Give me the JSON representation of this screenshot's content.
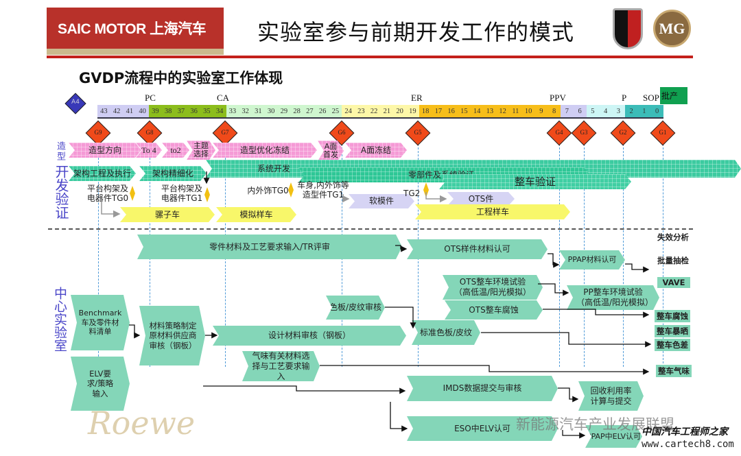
{
  "header": {
    "logo_text": "SAIC MOTOR 上海汽车",
    "title": "实验室参与前期开发工作的模式",
    "brand_logos": [
      "Roewe",
      "MG"
    ]
  },
  "subtitle": "GVDP流程中的实验室工作体现",
  "timeline": {
    "start_marker": "A4",
    "segments": [
      {
        "numbers": [
          "43",
          "42",
          "41",
          "40"
        ],
        "color": "#cfcdf3"
      },
      {
        "numbers": [
          "39",
          "38",
          "37",
          "36",
          "35",
          "34"
        ],
        "color": "#8cbd1c"
      },
      {
        "numbers": [
          "33",
          "32",
          "31",
          "30",
          "29",
          "28",
          "27",
          "26",
          "25"
        ],
        "color": "#cff6cf"
      },
      {
        "numbers": [
          "24",
          "23",
          "22",
          "21",
          "20",
          "19"
        ],
        "color": "#fdf7a8"
      },
      {
        "numbers": [
          "18",
          "17",
          "16",
          "15",
          "14",
          "13",
          "12",
          "11",
          "10",
          "9",
          "8"
        ],
        "color": "#f7be1a"
      },
      {
        "numbers": [
          "7",
          "6"
        ],
        "color": "#cfcdf3"
      },
      {
        "numbers": [
          "5",
          "4",
          "3"
        ],
        "color": "#cdf5f5"
      },
      {
        "numbers": [
          "2",
          "1",
          "0"
        ],
        "color": "#3cbcb8"
      }
    ],
    "milestones": [
      "PC",
      "CA",
      "ER",
      "PPV",
      "P",
      "SOP"
    ],
    "sop_label": "批产",
    "gates": [
      "G9",
      "G8",
      "G7",
      "G6",
      "G5",
      "G4",
      "G3",
      "G2",
      "G1"
    ]
  },
  "dev": {
    "label_top": "造型",
    "label_main": "开发验证",
    "styling": [
      "造型方向",
      "To 4",
      "to2",
      "主题选择",
      "造型优化冻结",
      "A面首发",
      "A面冻结"
    ],
    "bands": [
      "架构工程及执行",
      "架构精细化",
      "系统开发",
      "零部件及系统验证",
      "整车验证"
    ],
    "tg": [
      "平台构架及电器件TG0",
      "平台构架及电器件TG1",
      "内外饰TG0",
      "车身,内外饰等造型件TG1",
      "TG2"
    ],
    "parts": [
      "软模件",
      "OTS件"
    ],
    "vehicles": [
      "骡子车",
      "模拟样车",
      "工程样车"
    ]
  },
  "lab": {
    "label": "中心实验室",
    "steps": {
      "tr": "零件材料及工艺要求输入/TR评审",
      "ots_mat": "OTS样件材料认可",
      "ppap_mat": "PPAP材料认可",
      "ots_env": "OTS整车环境试验（高低温/阳光模拟）",
      "pp_env": "PP整车环境试验（高低温/阳光模拟）",
      "ots_corr": "OTS整车腐蚀",
      "color_review": "色板/皮纹审核",
      "design_review": "设计材料审核（钢板）",
      "std_color": "标准色板/皮纹",
      "benchmark": "Benchmark车及零件材料清单",
      "strategy": "材料策略制定原材料供应商审核（钢板）",
      "odor": "气味有关材料选择与工艺要求输入",
      "elv": "ELV要求/策略输入",
      "imds": "IMDS数据提交与审核",
      "recycle": "回收利用率计算与提交",
      "eso_elv": "ESO中ELV认可",
      "ppap_elv": "PPAP中ELV认可"
    },
    "outputs": [
      "失效分析",
      "批量抽检",
      "VAVE",
      "整车腐蚀",
      "整车暴晒",
      "整车色差",
      "整车气味"
    ]
  },
  "watermarks": [
    "新能源汽车产业发展联盟",
    "中国汽车工程师之家",
    "www.cartech8.com"
  ]
}
